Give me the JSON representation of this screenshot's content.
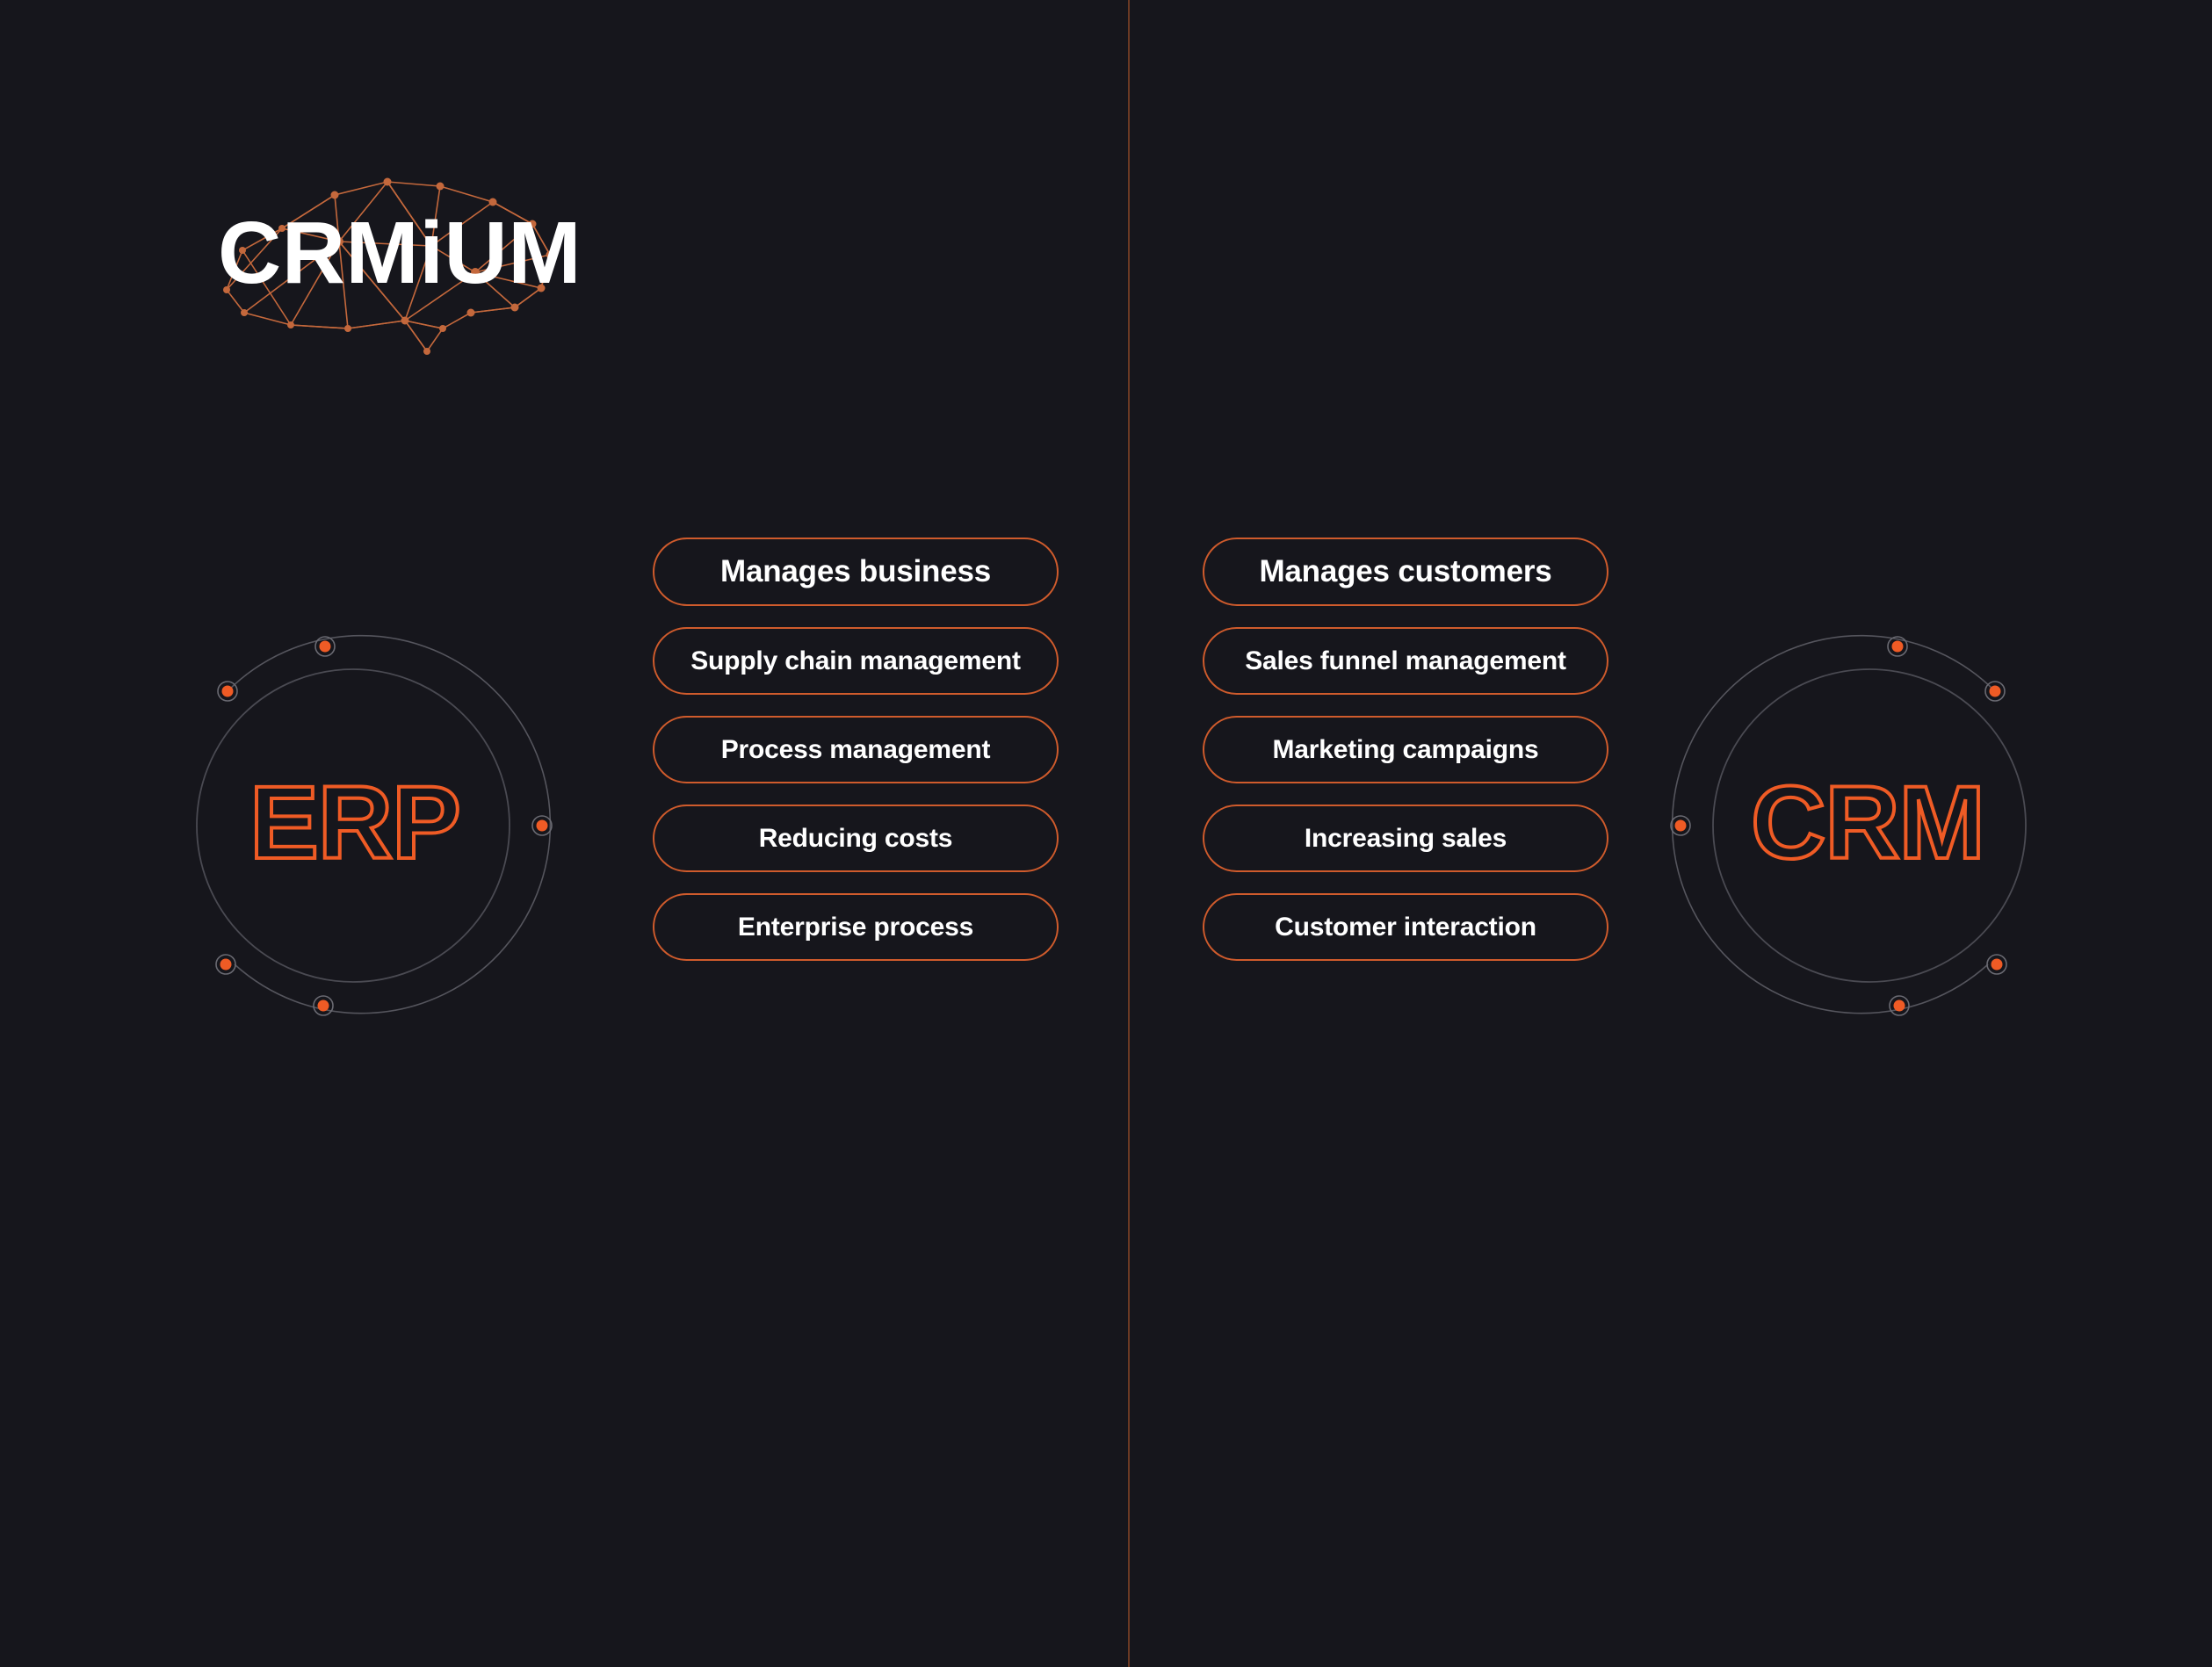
{
  "brand": {
    "name": "CRMiUM",
    "logo_icon": "brain-network-icon",
    "accent_color": "#ef5b25",
    "border_color": "#cf5b2c",
    "background_color": "#16161c",
    "text_color": "#ffffff",
    "ring_color": "#4a4a52",
    "divider_color": "#6b3a24"
  },
  "divider": {
    "label": "vertical-divider"
  },
  "panels": [
    {
      "id": "erp",
      "badge_label": "ERP",
      "orbit_dots": 5,
      "orbit_side": "right",
      "features": [
        {
          "label": "Manages business",
          "emphasis": "primary"
        },
        {
          "label": "Supply chain management",
          "emphasis": "normal"
        },
        {
          "label": "Process management",
          "emphasis": "normal"
        },
        {
          "label": "Reducing costs",
          "emphasis": "normal"
        },
        {
          "label": "Enterprise process",
          "emphasis": "normal"
        }
      ]
    },
    {
      "id": "crm",
      "badge_label": "CRM",
      "orbit_dots": 5,
      "orbit_side": "left",
      "features": [
        {
          "label": "Manages customers",
          "emphasis": "primary"
        },
        {
          "label": "Sales funnel management",
          "emphasis": "normal"
        },
        {
          "label": "Marketing campaigns",
          "emphasis": "normal"
        },
        {
          "label": "Increasing sales",
          "emphasis": "normal"
        },
        {
          "label": "Customer interaction",
          "emphasis": "normal"
        }
      ]
    }
  ]
}
